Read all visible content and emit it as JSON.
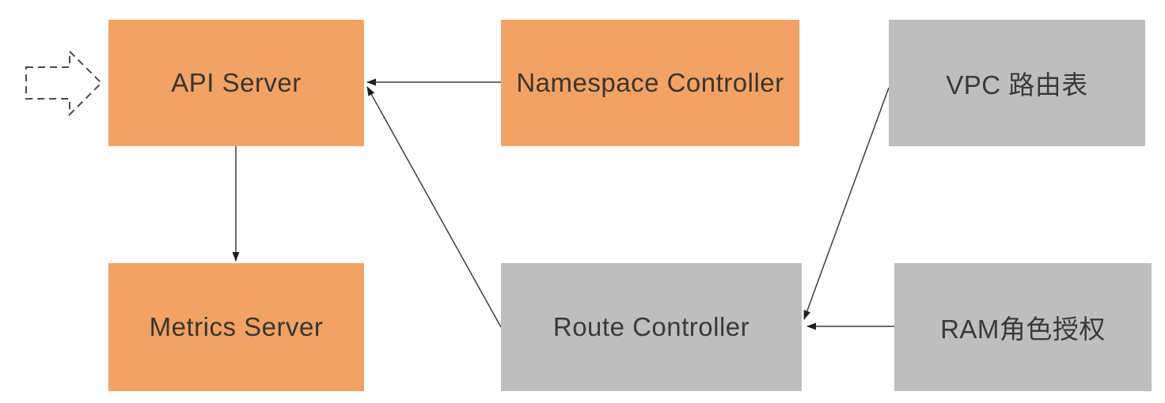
{
  "diagram": {
    "type": "architecture-flow-diagram",
    "background": "#ffffff",
    "colors": {
      "node_orange": "#f2a264",
      "node_gray": "#bfbebe",
      "arrow_line": "#3f3f3f",
      "arrow_head": "#1f1f1f",
      "text": "#3a352e"
    },
    "nodes": [
      {
        "id": "api-server",
        "label": "API Server",
        "color": "orange"
      },
      {
        "id": "namespace-controller",
        "label": "Namespace Controller",
        "color": "orange"
      },
      {
        "id": "vpc-route-table",
        "label": "VPC 路由表",
        "color": "gray"
      },
      {
        "id": "metrics-server",
        "label": "Metrics Server",
        "color": "orange"
      },
      {
        "id": "route-controller",
        "label": "Route Controller",
        "color": "gray"
      },
      {
        "id": "ram-role-auth",
        "label": "RAM角色授权",
        "color": "gray"
      }
    ],
    "edges": [
      {
        "from": "namespace-controller",
        "to": "api-server",
        "style": "solid-arrow"
      },
      {
        "from": "route-controller",
        "to": "api-server",
        "style": "solid-arrow"
      },
      {
        "from": "api-server",
        "to": "metrics-server",
        "style": "solid-arrow"
      },
      {
        "from": "vpc-route-table",
        "to": "route-controller",
        "style": "solid-arrow"
      },
      {
        "from": "ram-role-auth",
        "to": "route-controller",
        "style": "solid-arrow"
      }
    ],
    "entry_marker": {
      "shape": "dashed-block-arrow",
      "points_to": "api-server",
      "direction": "right"
    }
  }
}
